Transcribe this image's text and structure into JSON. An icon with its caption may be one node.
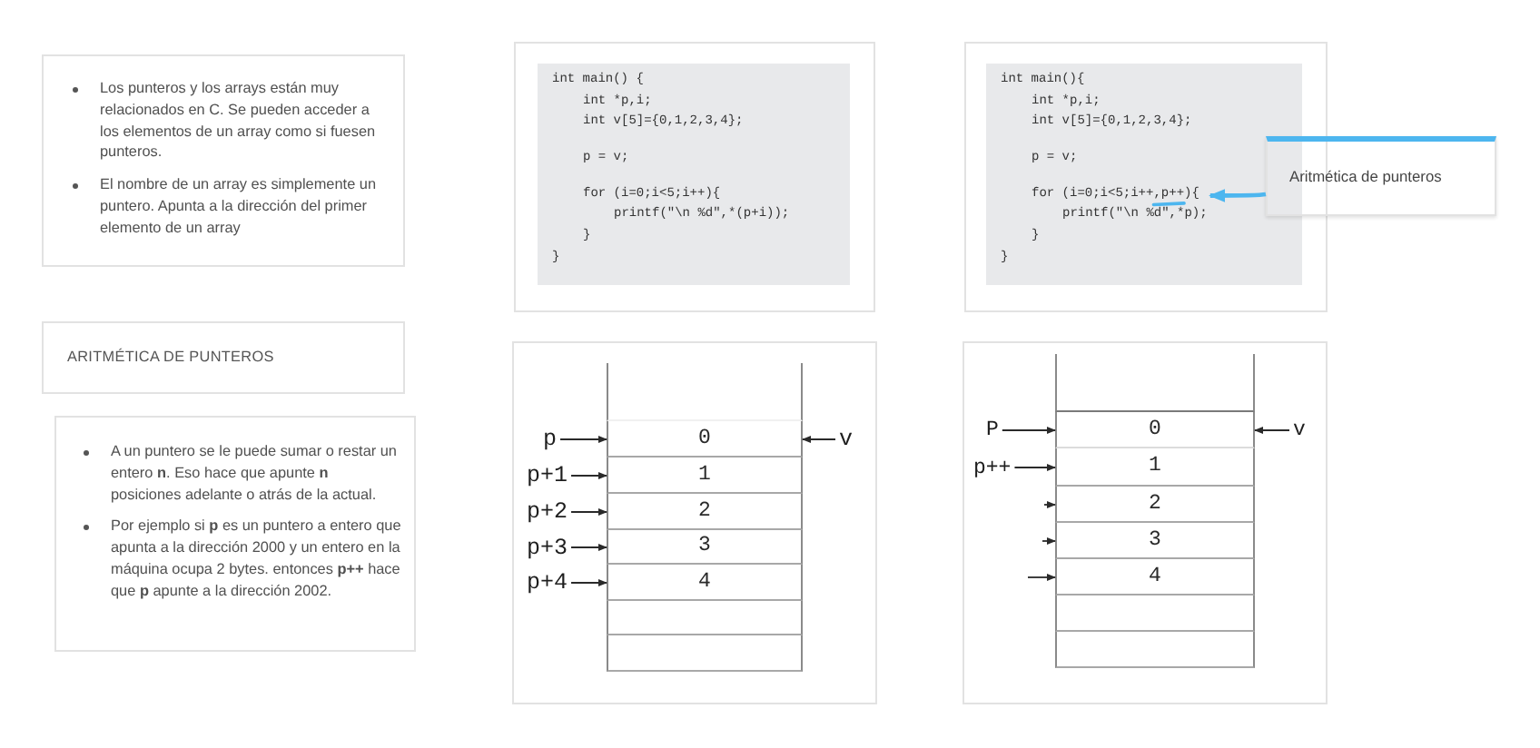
{
  "diagram": {
    "nodes": [
      {
        "text": [
          "Los punteros y los arrays están muy relacionados en C. Se pueden acceder a los elementos de un array como si fuesen punteros.",
          "El nombre de un array es simplemente un puntero. Apunta a la dirección del primer elemento de un array"
        ]
      },
      {
        "text": [
          "int main() {",
          "int *p,i;",
          "int v[5]={0,1,2,3,4};",
          "p = v;",
          "for (i=0;i<5;i++){",
          "printf(\"\\n %d\",*(p+i));",
          "}",
          "}"
        ]
      },
      {
        "text": [
          "int main(){",
          "int *p,i;",
          "int v[5]={0,1,2,3,4};",
          "p = v;",
          "for (i=0;i<5;i++,p++){",
          "printf(\"\\n %d\",*p);",
          "}",
          "}"
        ]
      },
      {
        "text": [
          "Aritmética de punteros"
        ]
      },
      {
        "text": [
          "ARITMÉTICA DE PUNTEROS"
        ]
      },
      {
        "text": [
          "A un puntero se le puede sumar o restar un entero **n**. Eso hace que apunte **n** posiciones adelante o atrás de la actual.",
          "Por ejemplo si **p** es un puntero a entero que apunta a la dirección 2000 y un entero en la máquina ocupa 2 bytes. entonces **p++** hace que **p** apunte a la dirección 2002."
        ]
      },
      {
        "text": [],
        "shape": "box"
      },
      {
        "text": [],
        "shape": "box",
        "in": 6
      },
      {
        "text": [
          "0"
        ],
        "in": 6
      },
      {
        "text": [
          "1"
        ],
        "in": 6
      },
      {
        "text": [
          "2"
        ],
        "in": 6
      },
      {
        "text": [
          "3"
        ],
        "in": 6
      },
      {
        "text": [
          "4"
        ],
        "in": 6
      },
      {
        "text": [],
        "shape": "box",
        "in": 6
      },
      {
        "text": [],
        "shape": "box",
        "in": 6
      },
      {
        "text": [
          "p"
        ],
        "in": 6
      },
      {
        "text": [
          "p+1"
        ],
        "in": 6
      },
      {
        "text": [
          "p+2"
        ],
        "in": 6
      },
      {
        "text": [
          "p+3"
        ],
        "in": 6
      },
      {
        "text": [
          "p+4"
        ],
        "in": 6
      },
      {
        "text": [
          "v"
        ],
        "in": 6
      },
      {
        "text": [],
        "shape": "box"
      },
      {
        "text": [],
        "shape": "box",
        "in": 21
      },
      {
        "text": [
          "0"
        ],
        "in": 21
      },
      {
        "text": [
          "1"
        ],
        "in": 21
      },
      {
        "text": [
          "2"
        ],
        "in": 21
      },
      {
        "text": [
          "3"
        ],
        "in": 21
      },
      {
        "text": [
          "4"
        ],
        "in": 21
      },
      {
        "text": [],
        "shape": "box",
        "in": 21
      },
      {
        "text": [],
        "shape": "box",
        "in": 21
      },
      {
        "text": [
          "P"
        ],
        "in": 21
      },
      {
        "text": [
          "p++"
        ],
        "in": 21
      },
      {
        "text": [
          "v"
        ],
        "in": 21
      }
    ],
    "edges": [
      {
        "from": 3,
        "to": 2,
        "arrow": "to",
        "style": "thick",
        "color": "#4db6ef"
      },
      {
        "from": 15,
        "to": 8,
        "arrow": "to"
      },
      {
        "from": 16,
        "to": 9,
        "arrow": "to"
      },
      {
        "from": 17,
        "to": 10,
        "arrow": "to"
      },
      {
        "from": 18,
        "to": 11,
        "arrow": "to"
      },
      {
        "from": 19,
        "to": 12,
        "arrow": "to"
      },
      {
        "from": 20,
        "to": 8,
        "arrow": "to"
      },
      {
        "from": 30,
        "to": 23,
        "arrow": "to"
      },
      {
        "from": 31,
        "to": 24,
        "arrow": "to"
      },
      {
        "from": null,
        "to": 25,
        "arrow": "to"
      },
      {
        "from": null,
        "to": 26,
        "arrow": "to"
      },
      {
        "from": null,
        "to": 27,
        "arrow": "to"
      },
      {
        "from": 32,
        "to": 23,
        "arrow": "to"
      }
    ]
  }
}
